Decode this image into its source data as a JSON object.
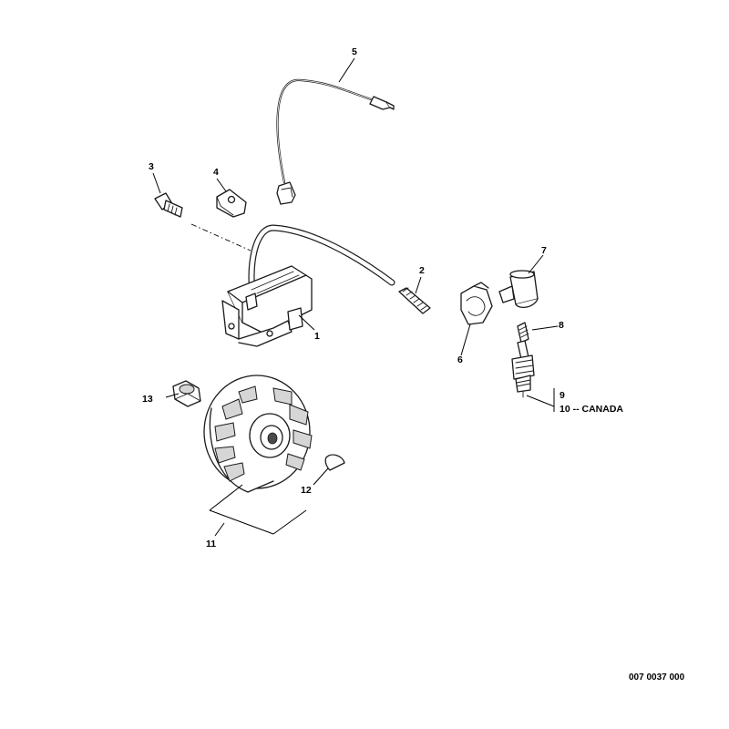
{
  "callouts": {
    "c1": "1",
    "c2": "2",
    "c3": "3",
    "c4": "4",
    "c5": "5",
    "c6": "6",
    "c7": "7",
    "c8": "8",
    "c9": "9",
    "c10": "10 -- CANADA",
    "c11": "11",
    "c12": "12",
    "c13": "13"
  },
  "drawing_number": "007 0037 000"
}
